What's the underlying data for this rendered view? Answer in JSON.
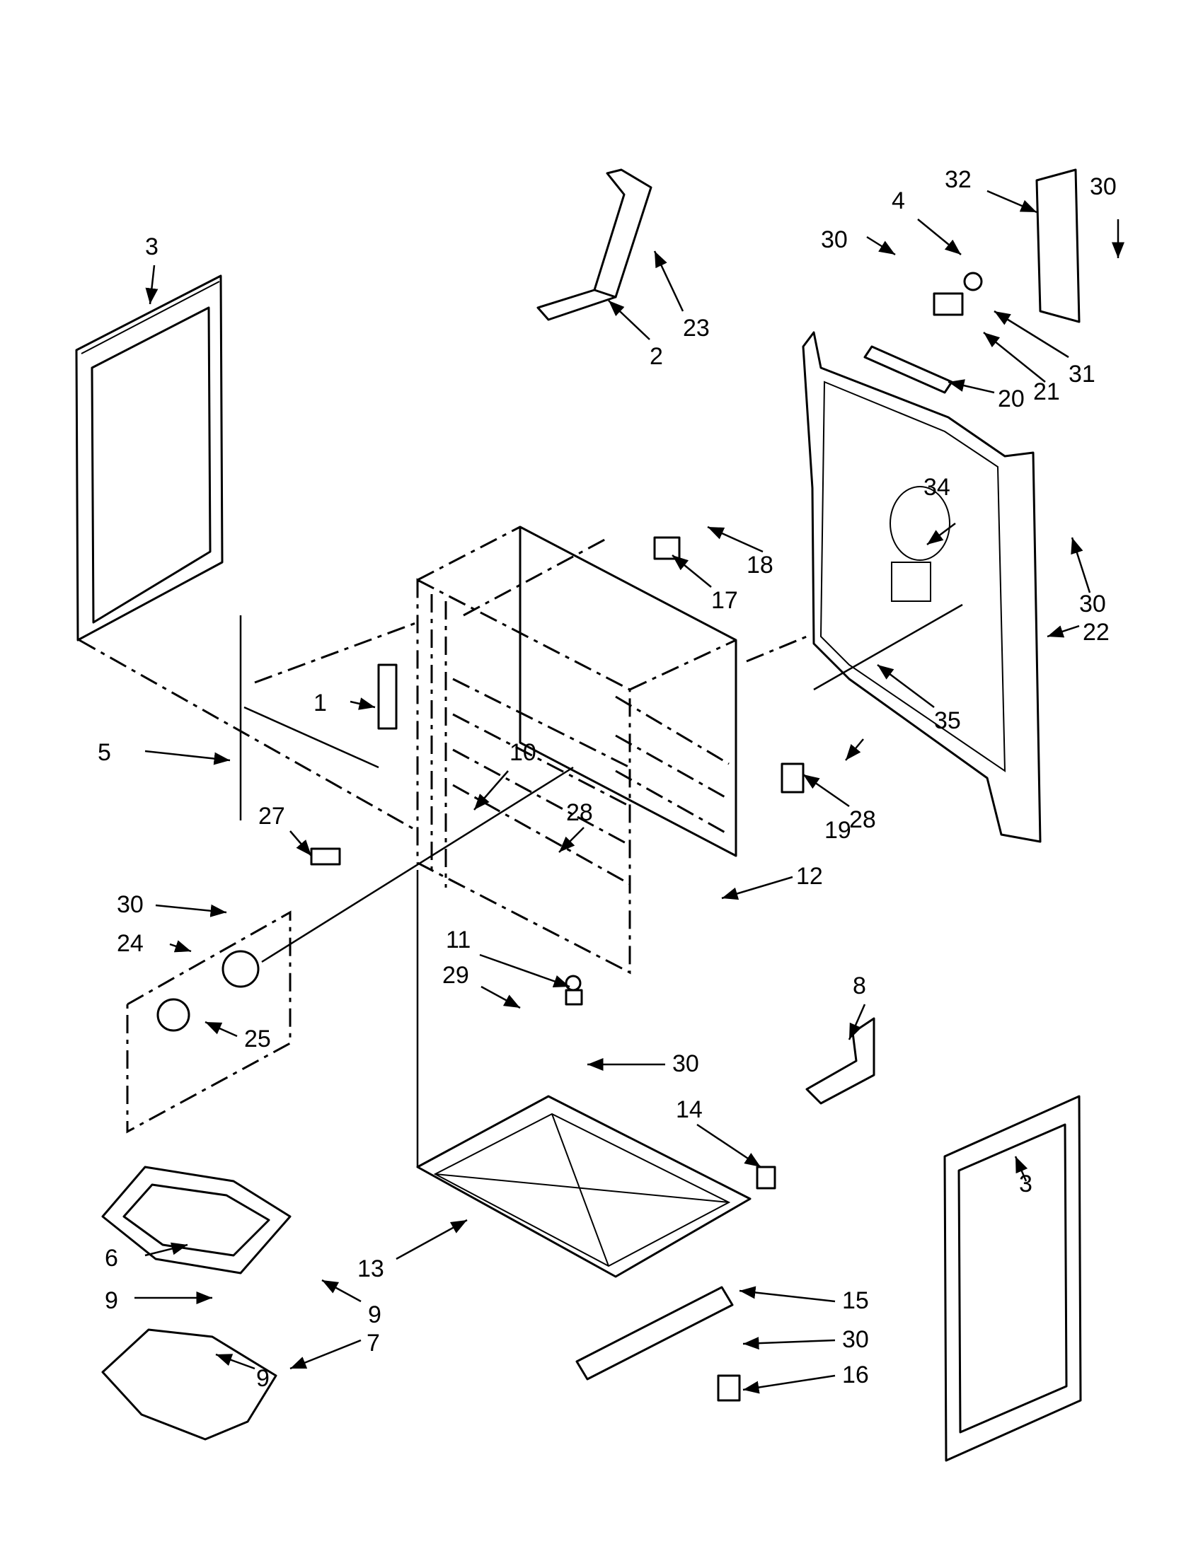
{
  "diagram": {
    "callouts": {
      "c1": "1",
      "c2": "2",
      "c3a": "3",
      "c3b": "3",
      "c4": "4",
      "c5": "5",
      "c6": "6",
      "c7": "7",
      "c8": "8",
      "c9a": "9",
      "c9b": "9",
      "c9c": "9",
      "c10": "10",
      "c11": "11",
      "c12": "12",
      "c13": "13",
      "c14": "14",
      "c15": "15",
      "c16": "16",
      "c17": "17",
      "c18": "18",
      "c19": "19",
      "c20": "20",
      "c21": "21",
      "c22": "22",
      "c23": "23",
      "c24": "24",
      "c25": "25",
      "c27": "27",
      "c28a": "28",
      "c28b": "28",
      "c29": "29",
      "c30a": "30",
      "c30b": "30",
      "c30c": "30",
      "c30d": "30",
      "c30e": "30",
      "c30f": "30",
      "c31": "31",
      "c32": "32",
      "c34": "34",
      "c35": "35"
    }
  }
}
